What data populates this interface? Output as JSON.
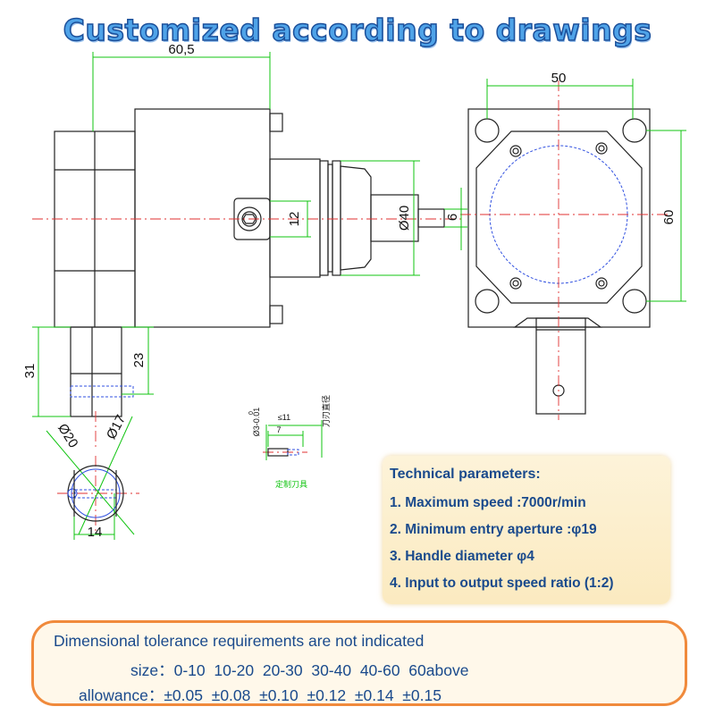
{
  "title": "Customized according to drawings",
  "dimensions": {
    "d60_5": "60,5",
    "d50": "50",
    "d60": "60",
    "d12": "12",
    "d40": "Ø40",
    "d6": "6",
    "d31": "31",
    "d23": "23",
    "d20": "Ø20",
    "d17": "Ø17",
    "d14": "14"
  },
  "tool_detail": {
    "dia_label": "Ø3-0.01",
    "dia_upper": "0",
    "le11": "≤11",
    "d7": "7",
    "blade_dia": "刀刃直径",
    "caption": "定制刀具"
  },
  "tech": {
    "title": "Technical parameters:",
    "lines": [
      "1. Maximum speed :7000r/min",
      "2. Minimum entry aperture :φ19",
      "3. Handle diameter φ4",
      "4. Input to output speed ratio (1:2)"
    ]
  },
  "tolerance": {
    "heading": "Dimensional tolerance requirements are not indicated",
    "size_row": "size：0-10  10-20  20-30  30-40  40-60  60above",
    "allowance_row": "allowance：±0.05  ±0.08  ±0.10  ±0.12  ±0.14  ±0.15"
  },
  "colors": {
    "title_fill": "#4fa3e8",
    "title_outline": "#1b4f9a",
    "dimension_green": "#11c411",
    "center_line_red": "#e03030",
    "hidden_line_blue": "#3050e0",
    "tech_text": "#1a4a8c",
    "tolerance_border": "#f08a3c"
  }
}
